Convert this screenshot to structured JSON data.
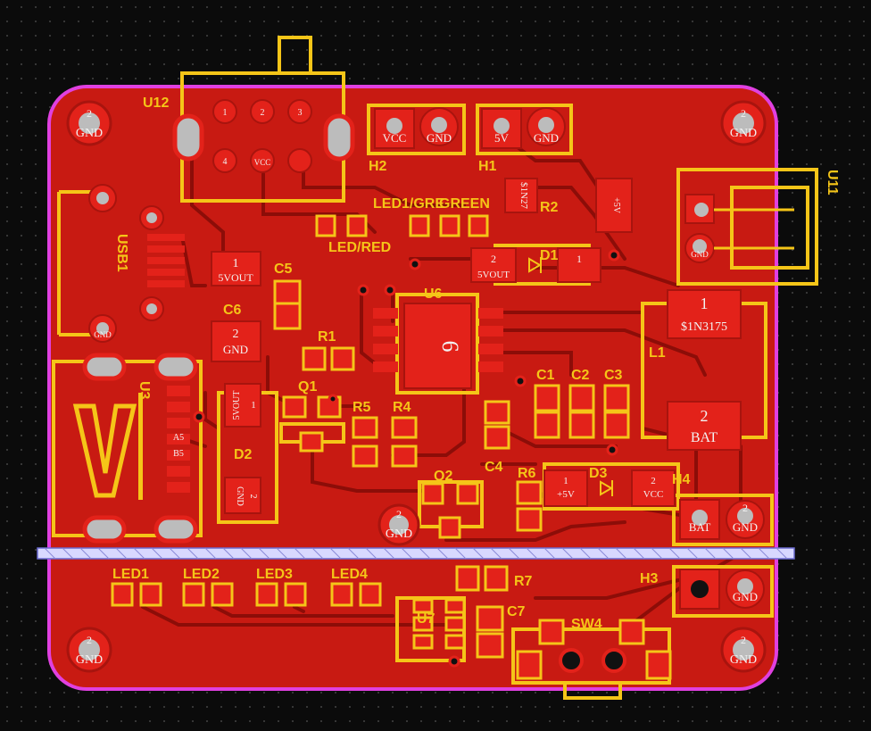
{
  "colors": {
    "board": "#c81a12",
    "board_edge": "#e040e0",
    "silk": "#f5c518",
    "pad": "#e3221a",
    "pad_text": "#f2f2f2",
    "hole": "#bcbcbc"
  },
  "refs": {
    "u12": "U12",
    "h2": "H2",
    "h1": "H1",
    "u11": "U11",
    "usb1": "USB1",
    "r2": "R2",
    "led1_gre": "LED1/GRE",
    "green": "GREEN",
    "led_red": "LED/RED",
    "d1": "D1",
    "c5": "C5",
    "c6": "C6",
    "u6": "U6",
    "l1": "L1",
    "r1": "R1",
    "u3": "U3",
    "q1": "Q1",
    "r5": "R5",
    "r4": "R4",
    "c1": "C1",
    "c2": "C2",
    "c3": "C3",
    "d2": "D2",
    "c4": "C4",
    "r6": "R6",
    "d3": "D3",
    "h4": "H4",
    "q2": "Q2",
    "led1": "LED1",
    "led2": "LED2",
    "led3": "LED3",
    "led4": "LED4",
    "r7": "R7",
    "h3": "H3",
    "c7": "C7",
    "u7": "U7",
    "sw4": "SW4"
  },
  "pads": {
    "mount_num": "2",
    "gnd": "GND",
    "vcc": "VCC",
    "five_v": "5V",
    "plus5v": "+5V",
    "one": "1",
    "two": "2",
    "six": "6",
    "bat": "BAT",
    "u12_1": "1",
    "u12_2": "2",
    "u12_3": "3",
    "u12_4": "4",
    "a5": "A5",
    "b5": "B5",
    "usb_shell": "1",
    "usb_pin": "2",
    "fivevout": "5VOUT",
    "part_1n27": "$1N27",
    "part_1n3175": "$1N3175",
    "plus5v_rot": "+5V"
  }
}
